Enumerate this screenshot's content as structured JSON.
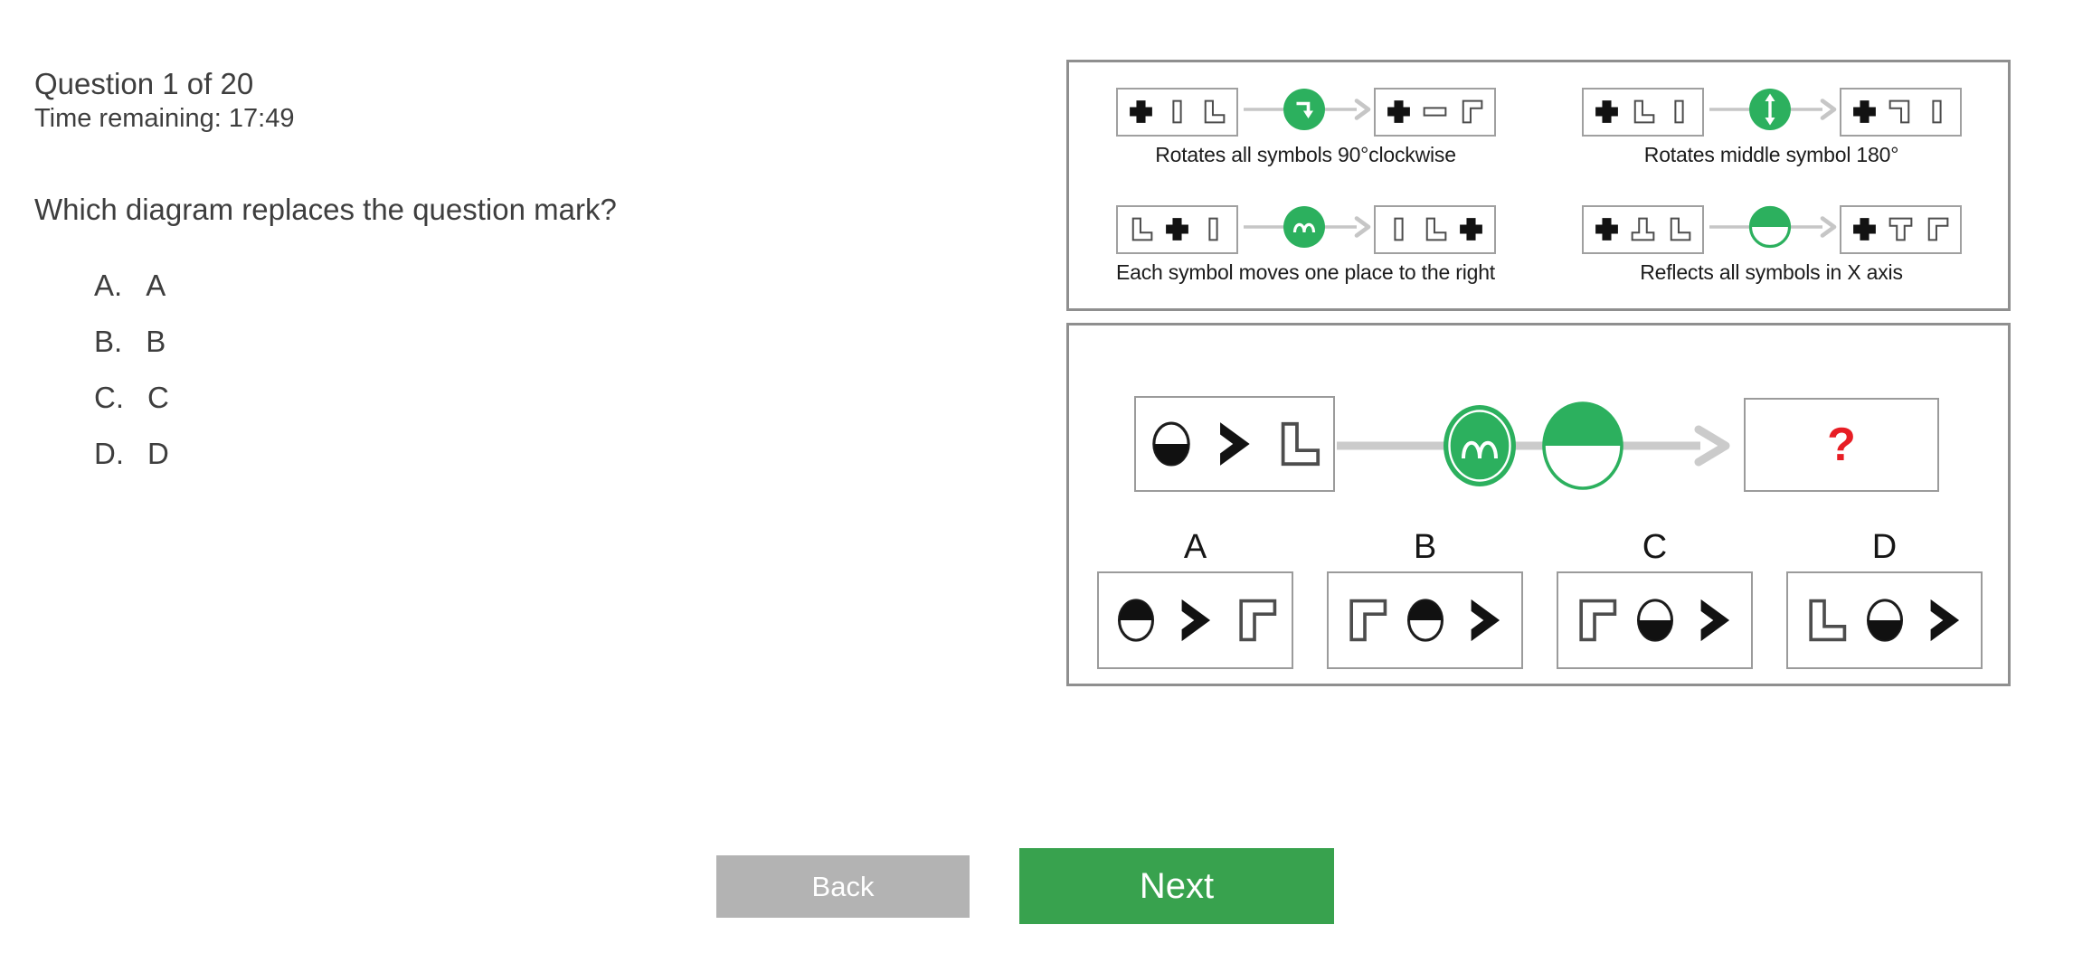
{
  "left": {
    "question_counter": "Question 1 of 20",
    "time_remaining": "Time remaining: 17:49",
    "question": "Which diagram replaces the question mark?",
    "options": [
      {
        "key": "A.",
        "label": "A"
      },
      {
        "key": "B.",
        "label": "B"
      },
      {
        "key": "C.",
        "label": "C"
      },
      {
        "key": "D.",
        "label": "D"
      }
    ]
  },
  "rules_panel": {
    "rules": [
      {
        "caption": "Rotates all symbols 90°clockwise",
        "before": [
          "plus",
          "bar-v",
          "L"
        ],
        "transform": "rotate-cw",
        "after": [
          "plus",
          "bar-h",
          "gamma"
        ]
      },
      {
        "caption": "Rotates middle symbol 180°",
        "before": [
          "plus",
          "L",
          "bar-v"
        ],
        "transform": "rotate-180",
        "after": [
          "plus",
          "L180",
          "bar-v"
        ]
      },
      {
        "caption": "Each symbol moves one place to the right",
        "before": [
          "L",
          "plus",
          "bar-v"
        ],
        "transform": "shift-right",
        "after": [
          "bar-v",
          "L",
          "plus"
        ]
      },
      {
        "caption": "Reflects all symbols in X axis",
        "before": [
          "plus",
          "T-inv",
          "L"
        ],
        "transform": "reflect-x",
        "after": [
          "plus",
          "T",
          "gamma"
        ]
      }
    ]
  },
  "question_panel": {
    "stimulus": [
      "circle-bottom-black",
      "chevron",
      "L"
    ],
    "transforms": [
      "shift-right",
      "reflect-x"
    ],
    "result_placeholder": "?",
    "options": [
      {
        "label": "A",
        "symbols": [
          "circle-top-black",
          "chevron",
          "gamma"
        ]
      },
      {
        "label": "B",
        "symbols": [
          "gamma",
          "circle-top-black",
          "chevron"
        ]
      },
      {
        "label": "C",
        "symbols": [
          "gamma",
          "circle-bottom-black",
          "chevron"
        ]
      },
      {
        "label": "D",
        "symbols": [
          "L",
          "circle-bottom-black",
          "chevron"
        ]
      }
    ]
  },
  "footer": {
    "back_label": "Back",
    "next_label": "Next"
  },
  "colors": {
    "green": "#2cb05e",
    "next_green": "#38a24e",
    "back_gray": "#b3b3b3",
    "question_red": "#e71d24",
    "panel_border": "#8f8f8f"
  }
}
